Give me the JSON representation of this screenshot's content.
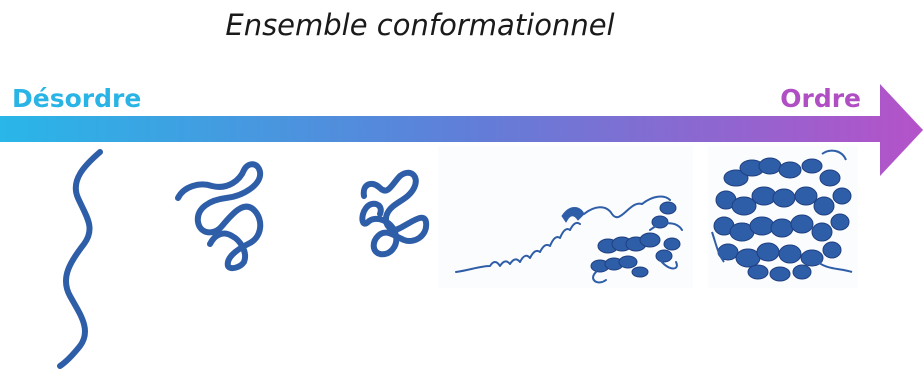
{
  "title": "Ensemble conformationnel",
  "axis": {
    "left_label": "Désordre",
    "right_label": "Ordre",
    "gradient_start": "#29b6e8",
    "gradient_mid": "#5f7fd8",
    "gradient_end": "#b552c9"
  },
  "structures": [
    {
      "name": "extended-chain"
    },
    {
      "name": "loose-coil"
    },
    {
      "name": "compact-coil"
    },
    {
      "name": "partially-folded-protein"
    },
    {
      "name": "folded-protein"
    }
  ],
  "colors": {
    "protein": "#2f5ea8",
    "protein_dark": "#1f3f80",
    "left_label": "#2ab4e6",
    "right_label": "#b04ec4"
  }
}
